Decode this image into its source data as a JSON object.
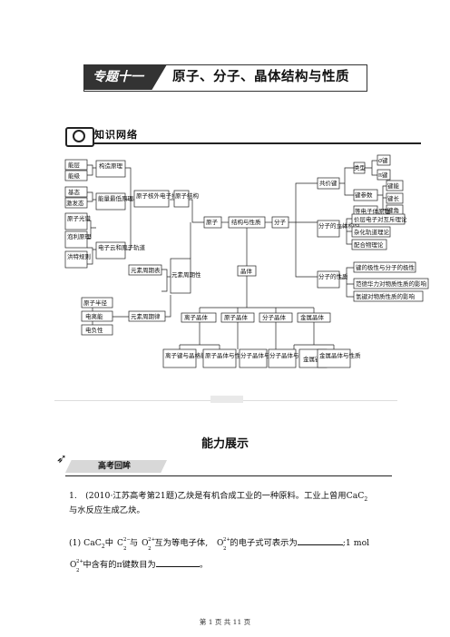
{
  "header": {
    "badge": "专题十一",
    "title": "原子、分子、晶体结构与性质"
  },
  "knowledge_network": {
    "label": "知识网络",
    "nodes": {
      "n_nengceng": "能层",
      "n_nengji": "能级",
      "n_goutzao": "构造原理",
      "n_jibaiai": "基态",
      "n_fafaitai": "激发态",
      "n_nengliangzuidi": "能量最低原理",
      "n_yuanziguangpu": "原子光谱",
      "n_paoli": "泡利原理",
      "n_hongte": "洪特规则",
      "n_dianziyun": "电子云和原子轨道",
      "n_hewai": "原子核外电子排布",
      "n_yuanzijiegou": "原子结构",
      "n_yuansu_zhouqibiao": "元素周期表",
      "n_yuansu_zhouqixing": "元素周期性",
      "n_yuansu_zhouqilv": "元素周期律",
      "n_yuanzibanjing": "原子半径",
      "n_dianlineng": "电离能",
      "n_dianfuxing": "电负性",
      "n_yuanzi": "原子",
      "n_jiegou_xingzhi": "结构与性质",
      "n_fenzi": "分子",
      "n_jingti": "晶体",
      "n_lizijingti": "离子晶体",
      "n_yuanzijingti": "原子晶体",
      "n_fenzijingti": "分子晶体",
      "n_jinshujingti": "金属晶体",
      "n_lizijian": "离子键与晶格能",
      "n_yuanzi_xingzhi": "原子晶体与性质",
      "n_fenzi_xingzhi": "分子晶体与性质",
      "n_fenzi_xingzhi2": "分子晶体与性质",
      "n_jinshujian": "金属键",
      "n_jinshu_xingzhi": "金属晶体与性质",
      "n_gongjiajian": "共价键",
      "n_leixing": "类型",
      "n_sigma": "σ键",
      "n_pi": "π键",
      "n_jiancanshu": "键参数",
      "n_jianneng": "键能",
      "n_jianchang": "键长",
      "n_jianjiao": "键角",
      "n_dengdianzi": "等电子体原理",
      "n_fenzi_liti": "分子的立体构型",
      "n_jiazeng": "价层电子对互斥理论",
      "n_zahua": "杂化轨道理论",
      "n_peihewu": "配合物理论",
      "n_fenzi_xingzhi3": "分子的性质",
      "n_jianjixing": "键的极性与分子的极性",
      "n_fandewaer": "范德华力对物质性质的影响",
      "n_qingjian": "氢键对物质性质的影响"
    }
  },
  "section": {
    "heading": "能力展示",
    "review_label": "高考回眸"
  },
  "question": {
    "line1": "1.　(2010·江苏高考第21题)乙炔是有机合成工业的一种原料。工业上曾用CaC",
    "line1_sub": "2",
    "line2": "与水反应生成乙炔。",
    "p3_a": "(1) CaC",
    "p3_a_sub": "2",
    "p3_b": "中",
    "p3_c": "与",
    "p3_d": "互为等电子体,",
    "p3_e": "的电子式可表示为",
    "p3_f": ";1 mol",
    "p4_b": "中含有的π键数目为",
    "p4_c": "。",
    "ion_c": "C",
    "ion_c_sup": "2−",
    "ion_c_sub": "2",
    "ion_o": "O",
    "ion_o_sup": "2+",
    "ion_o_sub": "2"
  },
  "footer": "第 1 页 共 11 页"
}
